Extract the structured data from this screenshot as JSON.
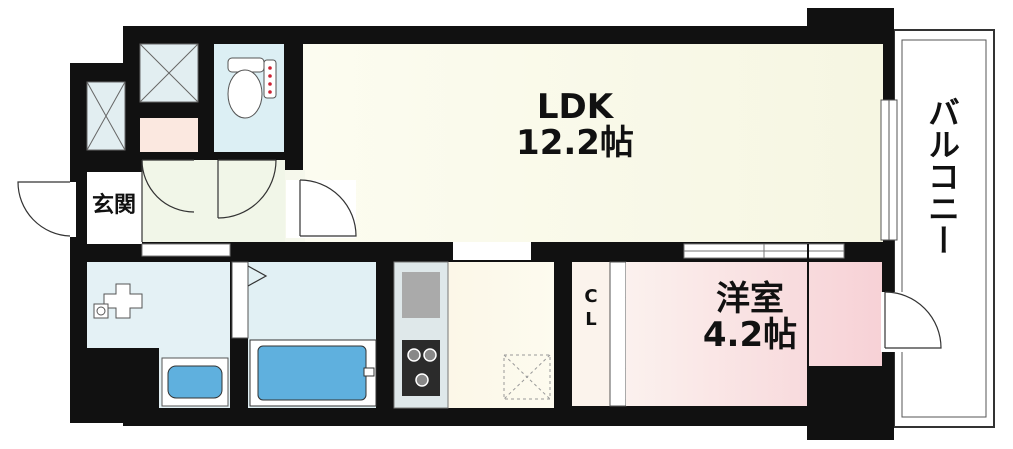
{
  "rooms": {
    "ldk": {
      "name": "LDK",
      "size": "12.2帖"
    },
    "western": {
      "name": "洋室",
      "size": "4.2帖"
    },
    "closet": {
      "line1": "C",
      "line2": "L"
    },
    "entrance": {
      "name": "玄関"
    },
    "balcony": {
      "name": "バルコニー"
    }
  },
  "colors": {
    "wall": "#111111",
    "ldk_floor": "#fbfbee",
    "kitchen_floor": "#fbf6e6",
    "western_floor_from": "#fbf1ee",
    "western_floor_to": "#f7d1d6",
    "wet_area": "#e4f1f5",
    "closet_floor": "#fbf3ec",
    "hall_floor": "#f1f6e8",
    "bathtub": "#5fb0de",
    "cabinet": "#d1e7e6",
    "toilet_room": "#dceff4"
  }
}
